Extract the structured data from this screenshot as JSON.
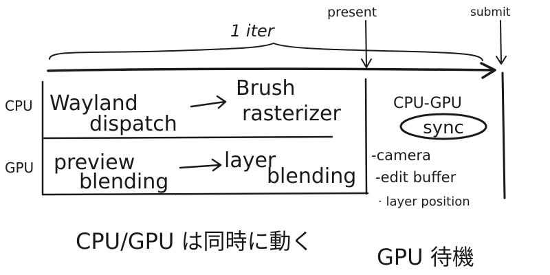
{
  "labels": {
    "iter": "1 iter",
    "present": "present",
    "submit": "submit",
    "cpu_row": "CPU",
    "gpu_row": "GPU"
  },
  "cpu_lane": {
    "first": [
      "Wayland",
      "dispatch"
    ],
    "second": [
      "Brush",
      "rasterizer"
    ]
  },
  "gpu_lane": {
    "first": [
      "preview",
      "blending"
    ],
    "second": [
      "layer",
      "blending"
    ]
  },
  "sync_block": {
    "title": "CPU-GPU",
    "badge": "sync",
    "items": [
      "-camera",
      "-edit buffer",
      "· layer position"
    ]
  },
  "notes": {
    "parallel": "CPU/GPU は同時に動く",
    "gpu_wait": "GPU 待機"
  }
}
